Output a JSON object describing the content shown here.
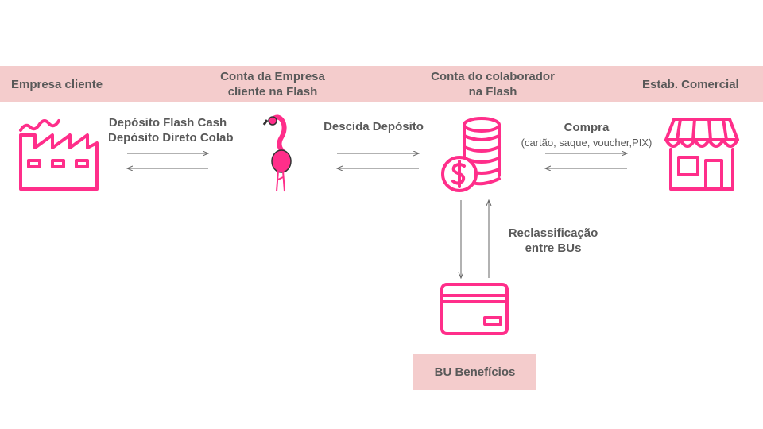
{
  "header": {
    "col1": "Empresa cliente",
    "col2_line1": "Conta da Empresa",
    "col2_line2": "cliente na Flash",
    "col3_line1": "Conta do colaborador",
    "col3_line2": "na Flash",
    "col4": "Estab. Comercial"
  },
  "flows": {
    "deposit_line1": "Depósito Flash Cash",
    "deposit_line2": "Depósito Direto Colab",
    "descida": "Descida Depósito",
    "compra": "Compra",
    "compra_detail": "(cartão, saque, voucher,PIX)",
    "reclass_line1": "Reclassificação",
    "reclass_line2": "entre BUs"
  },
  "bu_box": {
    "label": "BU Benefícios"
  },
  "colors": {
    "band": "#f4cccc",
    "icon_pink": "#ff2e8a",
    "text": "#595959",
    "arrow": "#666666"
  },
  "icons": [
    "factory-icon",
    "flamingo-icon",
    "coins-dollar-icon",
    "storefront-icon",
    "credit-card-icon"
  ]
}
